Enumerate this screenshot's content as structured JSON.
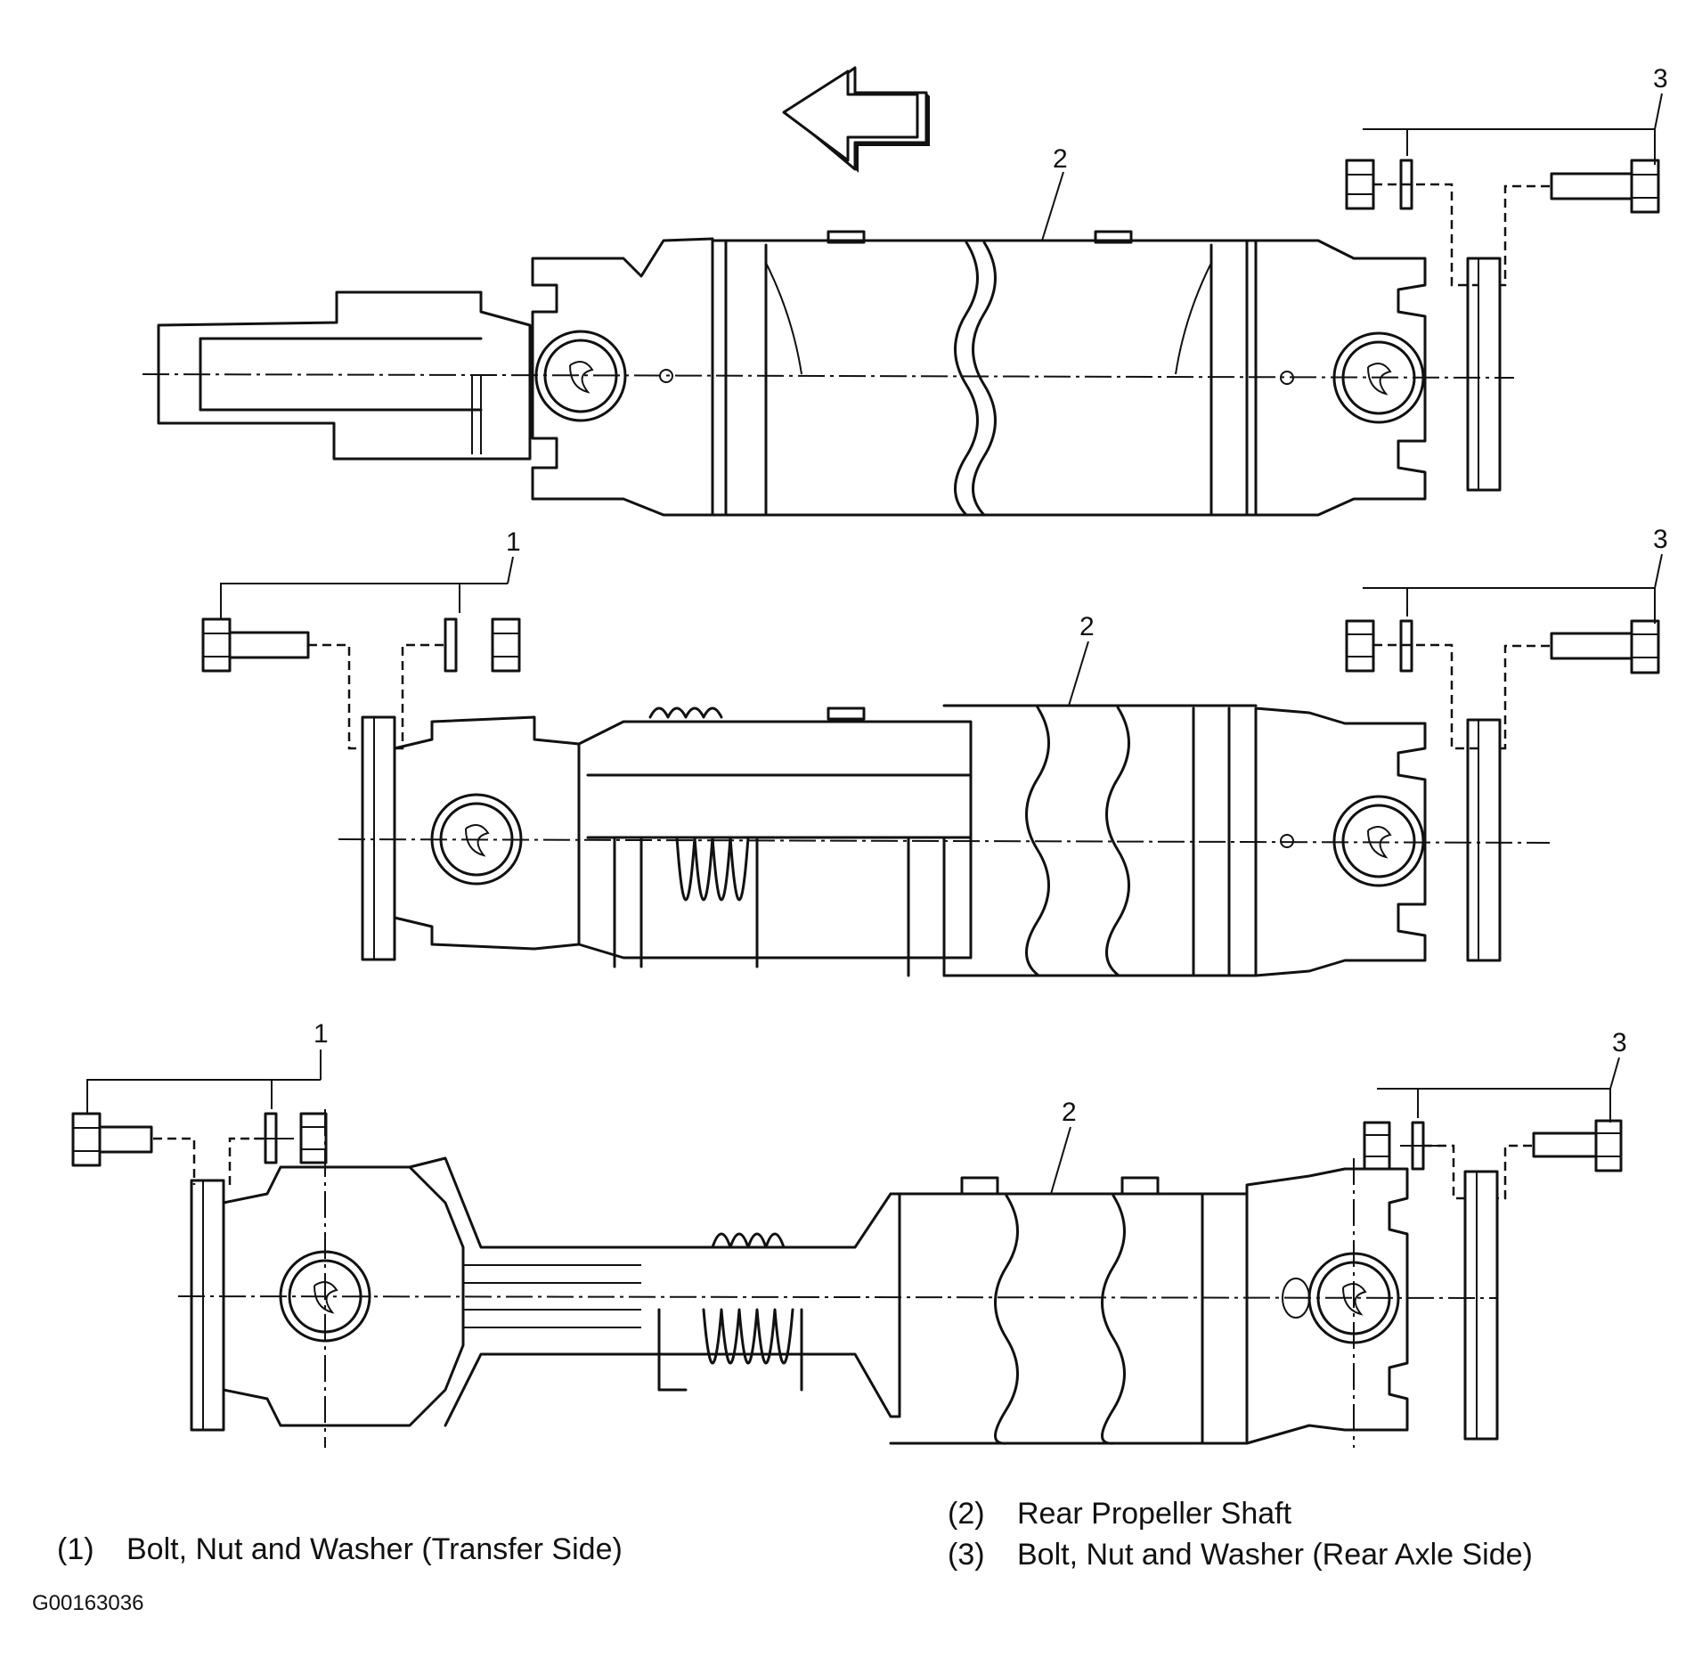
{
  "callouts": {
    "top_shaft": "2",
    "top_right_bolts": "3",
    "mid_left_bolts": "1",
    "mid_shaft": "2",
    "mid_right_bolts": "3",
    "bot_left_bolts": "1",
    "bot_shaft": "2",
    "bot_right_bolts": "3"
  },
  "legend": [
    {
      "num": "(1)",
      "text": "Bolt, Nut and Washer (Transfer Side)"
    },
    {
      "num": "(2)",
      "text": "Rear Propeller Shaft"
    },
    {
      "num": "(3)",
      "text": "Bolt, Nut and Washer (Rear Axle Side)"
    }
  ],
  "figure_id": "G00163036"
}
